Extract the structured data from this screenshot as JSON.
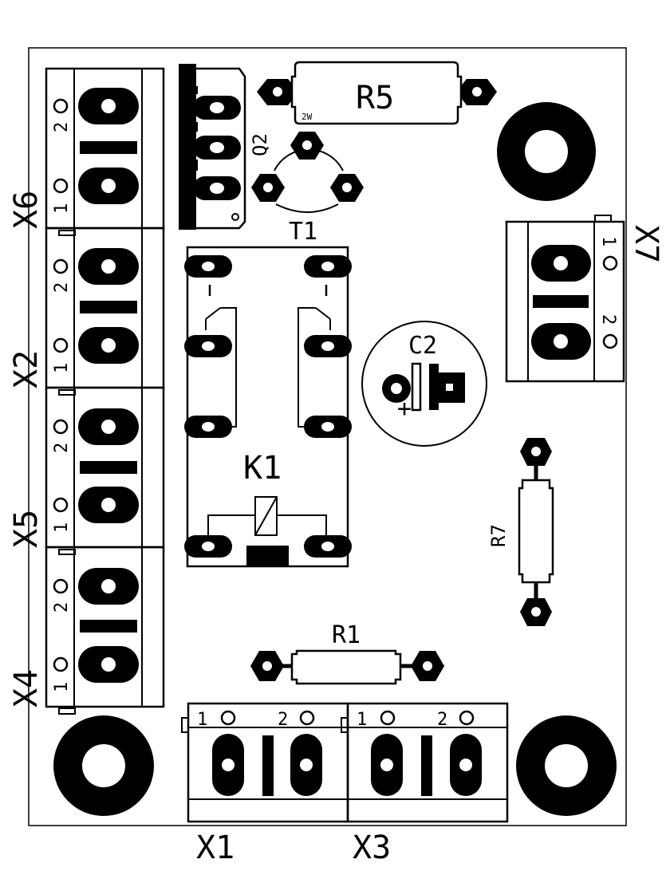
{
  "board": {
    "designators": {
      "x6": "X6",
      "x2": "X2",
      "x5": "X5",
      "x4": "X4",
      "x1": "X1",
      "x3": "X3",
      "x7": "X7",
      "q2": "Q2",
      "t1": "T1",
      "r5": "R5",
      "r5_rating": "2W",
      "k1": "K1",
      "c2": "C2",
      "c2_polarity": "+",
      "r7": "R7",
      "r1": "R1"
    },
    "pins": {
      "one": "1",
      "two": "2"
    }
  }
}
